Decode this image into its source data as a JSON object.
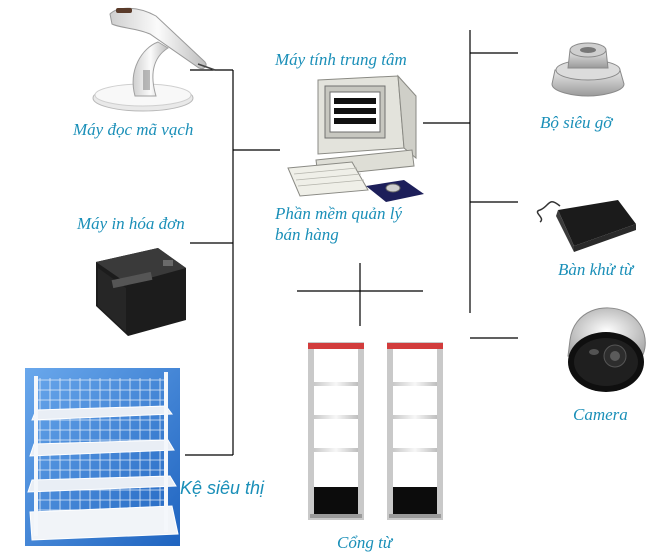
{
  "labels": {
    "scanner": "Máy đọc mã vạch",
    "computer": "Máy tính trung tâm",
    "software_line1": "Phần mềm quản lý",
    "software_line2": "bán hàng",
    "printer": "Máy in hóa đơn",
    "shelf": "Kệ siêu thị",
    "remover": "Bộ siêu gỡ",
    "deactivator": "Bàn khử từ",
    "camera": "Camera",
    "gate": "Cổng từ"
  },
  "colors": {
    "label_text": "#1a8fb8",
    "connector_line": "#000000",
    "shelf_background": "#2b7bd4"
  },
  "icons": [
    "barcode-scanner-icon",
    "computer-icon",
    "receipt-printer-icon",
    "supermarket-shelf-icon",
    "tag-remover-icon",
    "deactivator-pad-icon",
    "dome-camera-icon",
    "security-gate-icon"
  ]
}
